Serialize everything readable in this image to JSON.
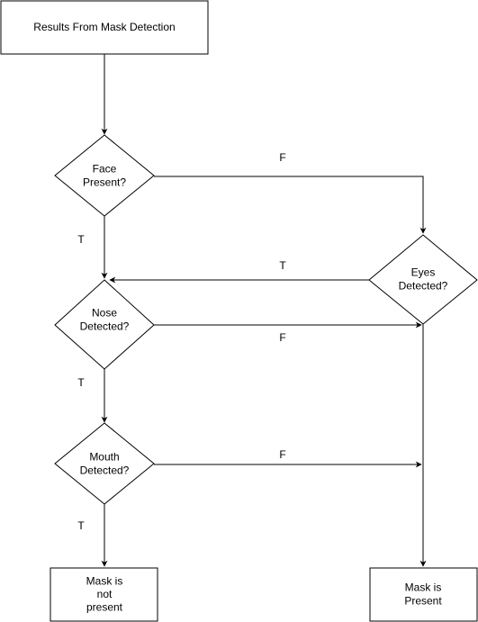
{
  "nodes": {
    "start": {
      "lines": [
        "Results From Mask Detection"
      ]
    },
    "face": {
      "lines": [
        "Face",
        "Present?"
      ]
    },
    "eyes": {
      "lines": [
        "Eyes",
        "Detected?"
      ]
    },
    "nose": {
      "lines": [
        "Nose",
        "Detected?"
      ]
    },
    "mouth": {
      "lines": [
        "Mouth",
        "Detected?"
      ]
    },
    "not_present": {
      "lines": [
        "Mask is",
        "not",
        "present"
      ]
    },
    "present": {
      "lines": [
        "Mask is",
        "Present"
      ]
    }
  },
  "edges": {
    "face_false": "F",
    "face_true": "T",
    "eyes_true": "T",
    "nose_false": "F",
    "nose_true": "T",
    "mouth_false": "F",
    "mouth_true": "T"
  },
  "colors": {
    "stroke": "#000000",
    "fill": "#ffffff"
  }
}
